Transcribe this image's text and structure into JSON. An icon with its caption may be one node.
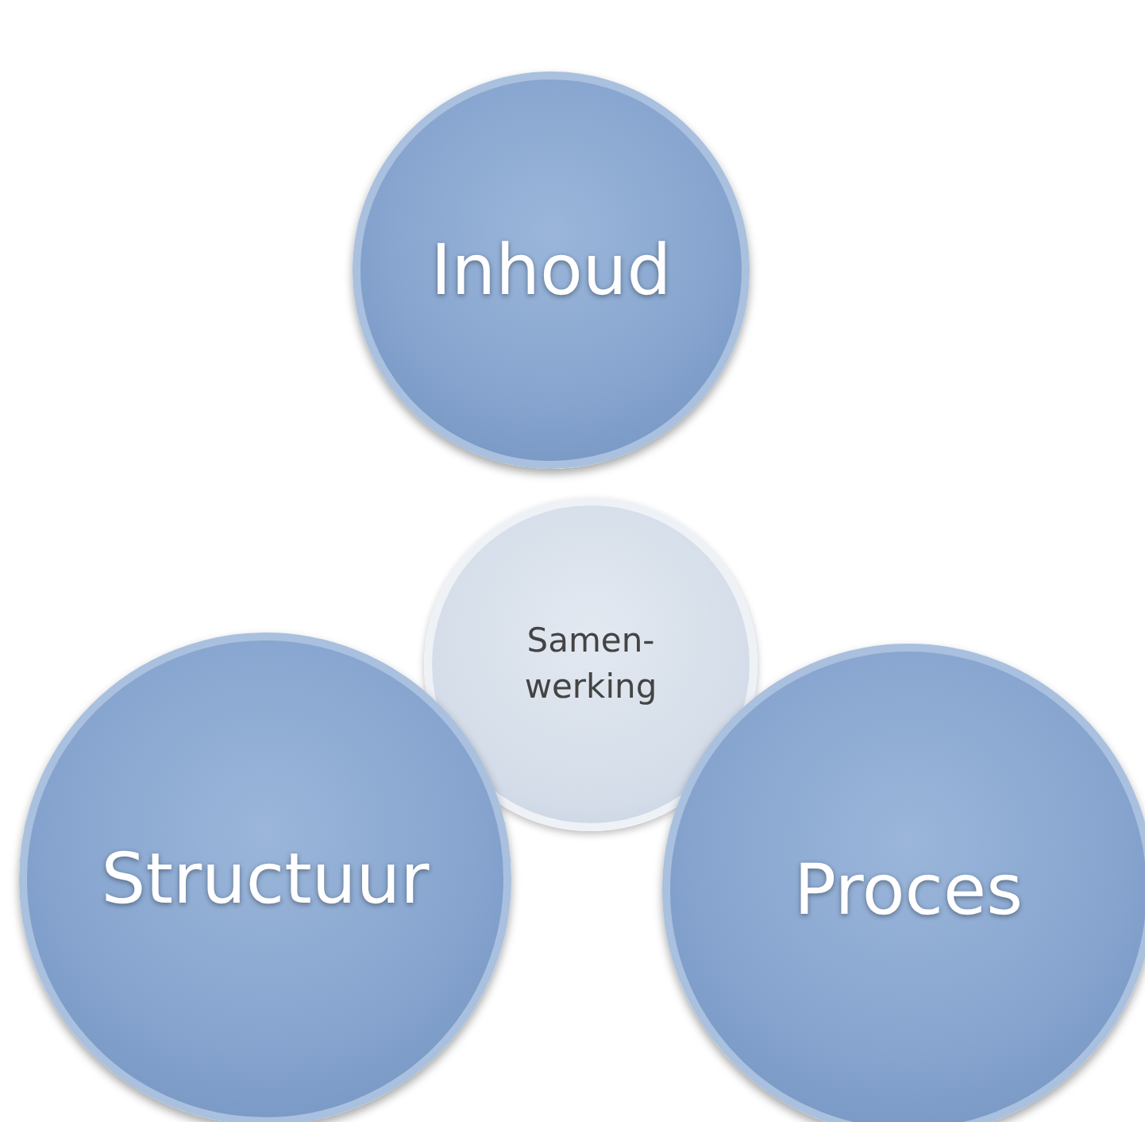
{
  "diagram": {
    "nodes": [
      {
        "text": [
          "Inhoud"
        ]
      },
      {
        "text": [
          "Samen- werking"
        ]
      },
      {
        "text": [
          "Structuur"
        ]
      },
      {
        "text": [
          "Proces"
        ]
      }
    ]
  }
}
